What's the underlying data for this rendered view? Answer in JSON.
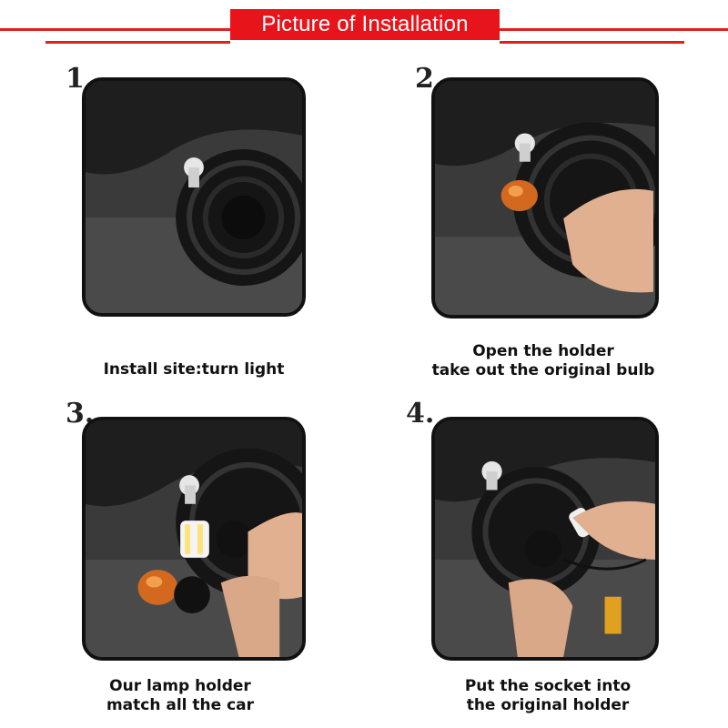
{
  "header": {
    "title": "Picture of Installation"
  },
  "steps": [
    {
      "number": "1.",
      "caption": [
        "Install site:turn light"
      ]
    },
    {
      "number": "2.",
      "caption": [
        "Open the holder",
        "take out the original bulb"
      ]
    },
    {
      "number": "3.",
      "caption": [
        "Our lamp holder",
        "match all the car"
      ]
    },
    {
      "number": "4.",
      "caption": [
        "Put the socket into",
        "the original holder"
      ]
    }
  ],
  "colors": {
    "accent": "#e8141c",
    "rule": "#e02020",
    "frame": "#111111"
  }
}
